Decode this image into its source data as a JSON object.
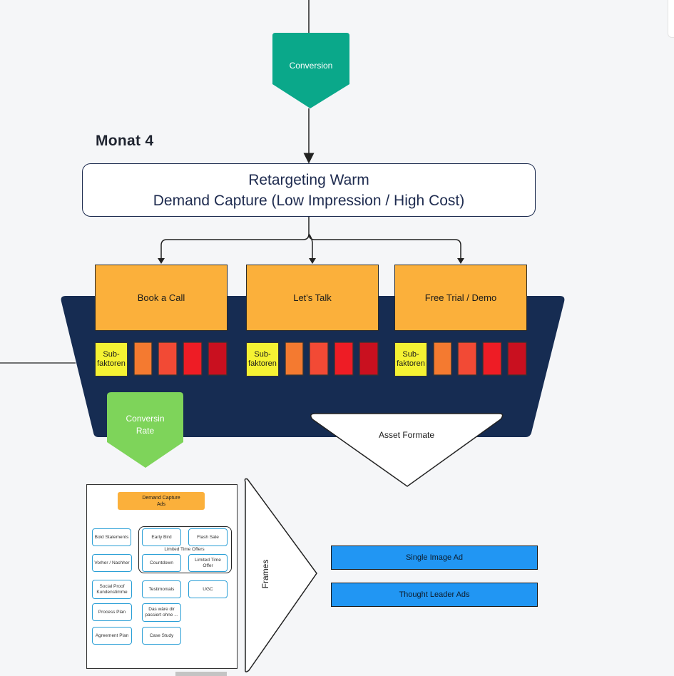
{
  "month_label": "Monat 4",
  "nodes": {
    "conversion": "Conversion",
    "retargeting": {
      "line1": "Retargeting Warm",
      "line2": "Demand Capture (Low Impression / High Cost)"
    },
    "options": [
      {
        "label": "Book a Call"
      },
      {
        "label": "Let's Talk"
      },
      {
        "label": "Free Trial / Demo"
      }
    ],
    "subfactor_label": [
      "Sub-",
      "faktoren"
    ],
    "conversion_rate": [
      "Conversin",
      "Rate"
    ],
    "asset_formats": "Asset Formate",
    "frames": "Frames"
  },
  "ads_panel": {
    "title": [
      "Demand Capture",
      "Ads"
    ],
    "items": {
      "bold_statements": "Bold Statements",
      "early_bird": "Early Bird",
      "flash_sale": "Flash Sale",
      "limited_time_offers": "Limited Time Offers",
      "vorher_nachher": "Vorher / Nachher",
      "countdown": "Countdown",
      "limited_time_offer": [
        "Limited Time",
        "Offer"
      ],
      "social_proof": [
        "Social Proof",
        "Kundenstimme"
      ],
      "testimonials": "Testimonials",
      "ugc": "UGC",
      "process_plan": "Process Plan",
      "das_waere": [
        "Das wäre dir",
        "passiert ohne ..."
      ],
      "agreement_plan": "Agreement Plan",
      "case_study": "Case Study"
    }
  },
  "ad_formats": {
    "single_image": "Single Image Ad",
    "thought_leader": "Thought Leader Ads"
  },
  "colors": {
    "conversion_pentagon": "#0aa88a",
    "navy_band": "#162c52",
    "orange": "#fbb03b",
    "subfactor_yellow": "#f5f233",
    "heat": [
      "#f47a30",
      "#f24a35",
      "#ee1c25",
      "#c9101f"
    ],
    "green_pentagon": "#7ed45a",
    "ad_blue": "#2196f3",
    "pill_border": "#2a9fd6"
  }
}
